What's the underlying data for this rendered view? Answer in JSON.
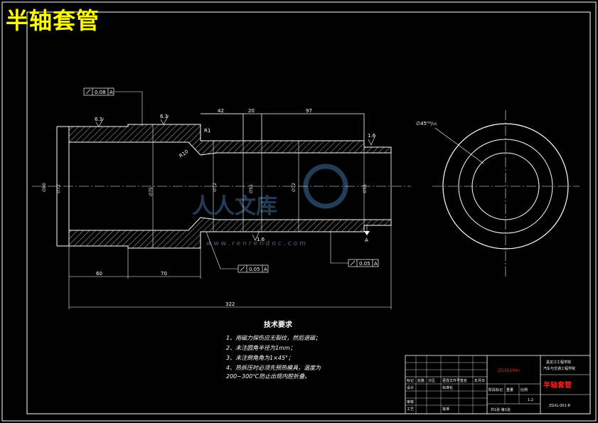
{
  "drawing_title": "半轴套管",
  "tolerance_frames": {
    "top": {
      "value": "0.08",
      "datum": "A"
    },
    "bottom_left": {
      "value": "0.05",
      "datum": "A"
    },
    "bottom_right": {
      "value": "0.05",
      "datum": "A"
    },
    "end_view": "∅45ᴴ⁶/ₙ₅"
  },
  "roughness": [
    "6.3",
    "6.3",
    "1.6",
    "1.6"
  ],
  "datum_label": "A",
  "dimensions": {
    "top_42": "42",
    "top_20": "20",
    "top_97": "97",
    "r1": "R1",
    "r10": "R10",
    "bottom_60": "60",
    "bottom_70": "70",
    "overall": "322",
    "left_outer": "∅80",
    "left_bore": "∅72",
    "mid_bore": "∅75",
    "d1": "∅72",
    "d2": "∅55",
    "d3": "∅72",
    "d4": "∅55"
  },
  "tech_requirements": {
    "title": "技术要求",
    "items": [
      "1、用磁力探伤应无裂纹，然后退磁；",
      "2、未注圆角半径为1mm；",
      "3、未注倒角角为1×45°；",
      "4、热拆压时必须先预热模具，温度为",
      "200~300℃防止出现内腔折叠。"
    ]
  },
  "title_block": {
    "material": "ZG35SiMn",
    "school_line1": "黑龙江工程学院",
    "school_line2": "汽车与交通工程学院",
    "part_name": "半轴套管",
    "drawing_no": "ZGXL-001-8",
    "scale": "1:2",
    "sheet": "共1张  第1张",
    "labels": [
      "标记",
      "处数",
      "分区",
      "更改文件号",
      "签名",
      "年月日",
      "设计",
      "标准化",
      "阶段标记",
      "重量",
      "比例",
      "审核",
      "工艺",
      "批准"
    ]
  },
  "watermark": {
    "text": "人人文库",
    "url": "www.renrendoc.com"
  }
}
